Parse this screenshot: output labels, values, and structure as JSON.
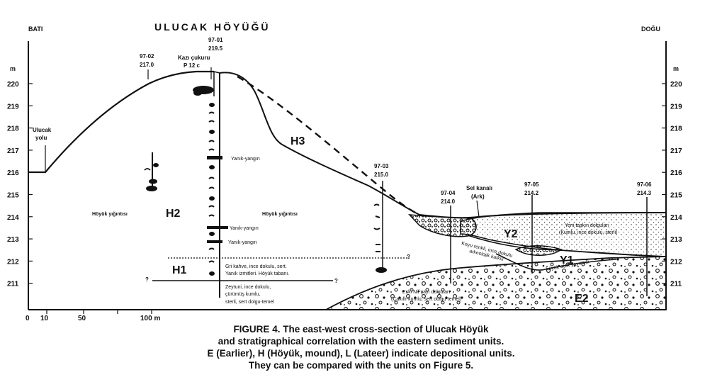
{
  "header": {
    "west": "BATI",
    "east": "DOĞU",
    "title": "ULUCAK HÖYÜĞÜ"
  },
  "axes": {
    "unit_left": "m",
    "unit_right": "m",
    "elevation_ticks": [
      "220",
      "219",
      "218",
      "217",
      "216",
      "215",
      "214",
      "213",
      "212",
      "211"
    ],
    "distance_ticks": [
      "0",
      "10",
      "50",
      "100 m"
    ]
  },
  "points": [
    {
      "id": "97-02",
      "elev": "217.0"
    },
    {
      "id": "97-01",
      "elev": "219.5"
    },
    {
      "id": "97-03",
      "elev": "215.0"
    },
    {
      "id": "97-04",
      "elev": "214.0"
    },
    {
      "id": "97-05",
      "elev": "214.2"
    },
    {
      "id": "97-06",
      "elev": "214.3"
    }
  ],
  "labels": {
    "kazi": "Kazı çukuru",
    "p12c": "P 12 c",
    "ulucak_yolu_1": "Ulucak",
    "ulucak_yolu_2": "yolu",
    "hoyuk_left": "Höyük yığıntısı",
    "hoyuk_right": "Höyük yığıntısı",
    "yanik1": "Yanık-yangın",
    "yanik2": "Yanık-yangın",
    "yanik3": "Yanık-yangın",
    "gri1": "Gri kahve, ince dokulu, sert.",
    "gri2": "Yanık izmitleri. Höyük tabanı.",
    "zey1": "Zeytuni, ince dokulu,",
    "zey2": "çürümüş kumlu,",
    "zey3": "sterli, sert dolgu-temel",
    "sel1": "Sel kanalı",
    "sel2": "(Ark)",
    "yeni1": "Yeni taşkın dolguları",
    "yeni2": "(Kumlu, ince dokulu, sterli)",
    "koyu1": "Koyu renkli, ince dokulu",
    "koyu2": "arkeolojik katkılı",
    "etek": "höyük etek yayıntısı",
    "eski1": "Eski Nif çayı dolguları",
    "eski2": "(Çakıllı-kumlu, sert dolgu-temel)",
    "q1": "?",
    "q2": "?",
    "q3": "?"
  },
  "units": {
    "h1": "H1",
    "h2": "H2",
    "h3": "H3",
    "y1": "Y1",
    "y2": "Y2",
    "e2": "E2"
  },
  "caption": {
    "line1": "FIGURE  4.  The east-west cross-section of Ulucak Höyük",
    "line2": "and stratigraphical correlation with the eastern sediment units.",
    "line3": "E (Earlier), H (Höyük, mound), L (Lateer) indicate depositional units.",
    "line4": "They can be compared with the units on Figure 5."
  }
}
